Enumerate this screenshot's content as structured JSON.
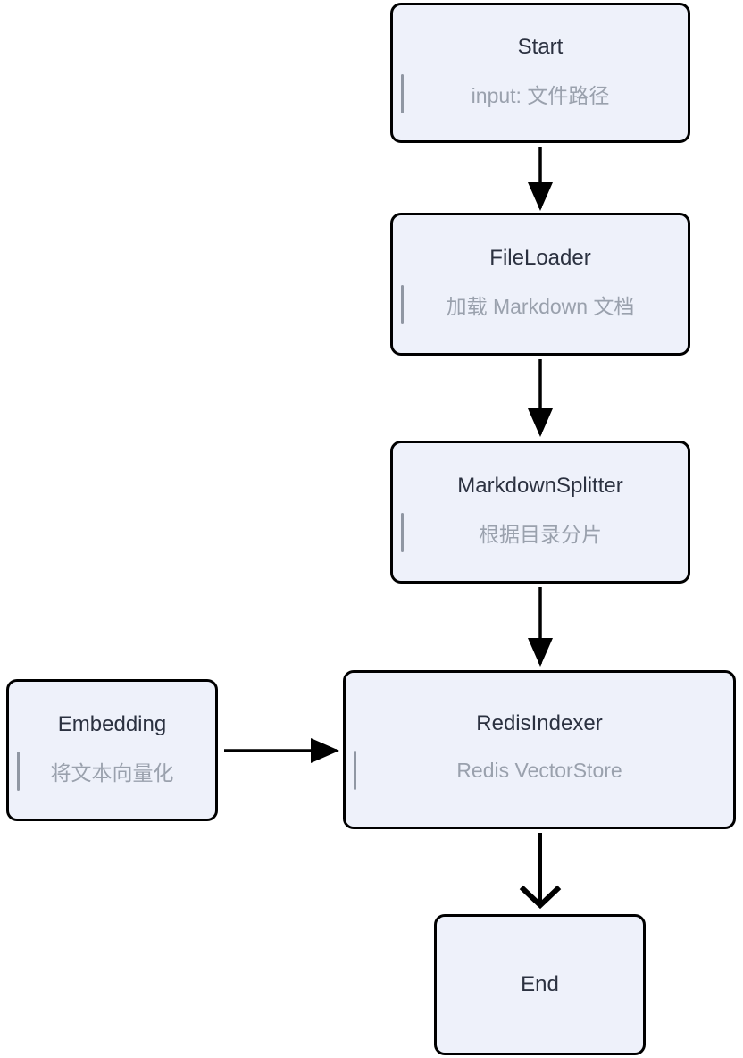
{
  "diagram": {
    "type": "flowchart",
    "direction": "top-down",
    "colors": {
      "node_fill": "#eef1fa",
      "node_border": "#000000",
      "title_color": "#2b3140",
      "subtitle_color": "#9aa1ad",
      "bar_color": "#9097a3",
      "arrow_color": "#000000",
      "canvas_bg": "#ffffff"
    }
  },
  "nodes": [
    {
      "id": "start",
      "title": "Start",
      "subtitle": "input: 文件路径"
    },
    {
      "id": "fileloader",
      "title": "FileLoader",
      "subtitle": "加载 Markdown 文档"
    },
    {
      "id": "markdownsplitter",
      "title": "MarkdownSplitter",
      "subtitle": "根据目录分片"
    },
    {
      "id": "embedding",
      "title": "Embedding",
      "subtitle": "将文本向量化"
    },
    {
      "id": "redisindexer",
      "title": "RedisIndexer",
      "subtitle": "Redis VectorStore"
    },
    {
      "id": "end",
      "title": "End",
      "subtitle": ""
    }
  ],
  "edges": [
    {
      "from": "Start",
      "to": "FileLoader",
      "arrowhead": "filled-triangle"
    },
    {
      "from": "FileLoader",
      "to": "MarkdownSplitter",
      "arrowhead": "filled-triangle"
    },
    {
      "from": "MarkdownSplitter",
      "to": "RedisIndexer",
      "arrowhead": "filled-triangle"
    },
    {
      "from": "Embedding",
      "to": "RedisIndexer",
      "arrowhead": "filled-triangle"
    },
    {
      "from": "RedisIndexer",
      "to": "End",
      "arrowhead": "chevron"
    }
  ]
}
